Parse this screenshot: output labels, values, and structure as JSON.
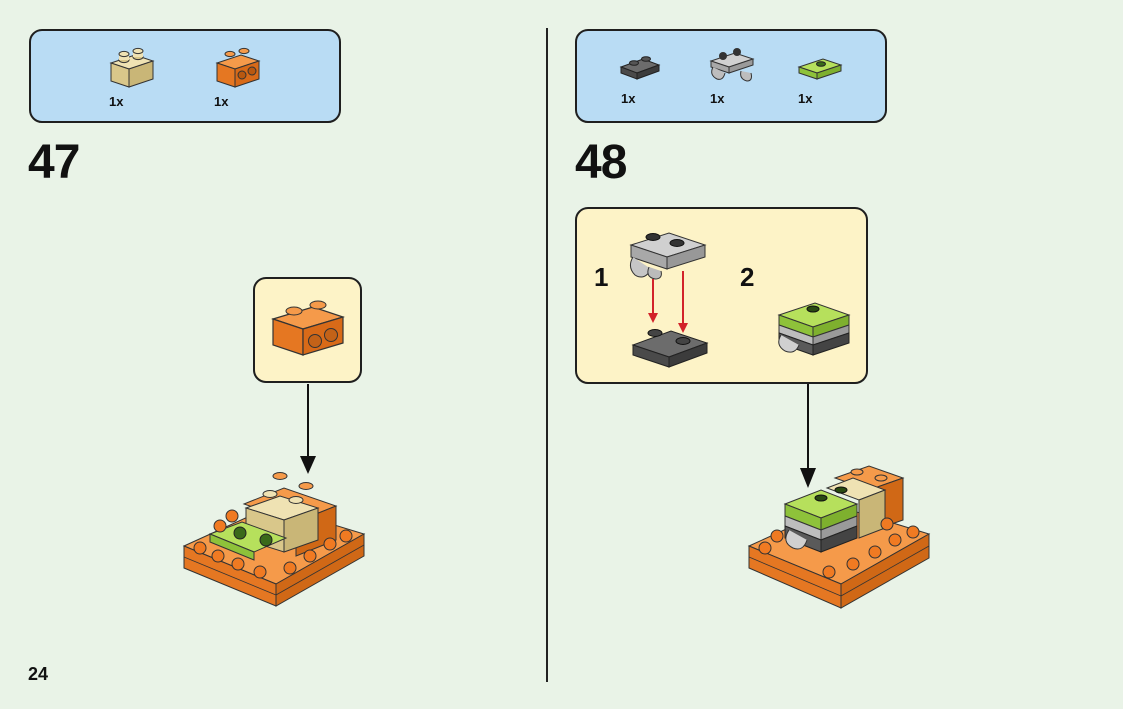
{
  "page": {
    "number": "24"
  },
  "step47": {
    "number": "47",
    "parts": [
      {
        "qty": "1x",
        "icon": "tan-brick-1x2-icon",
        "color": "#e3d29a"
      },
      {
        "qty": "1x",
        "icon": "orange-brick-1x2-side-studs-icon",
        "color": "#f0822a"
      }
    ]
  },
  "step48": {
    "number": "48",
    "parts": [
      {
        "qty": "1x",
        "icon": "dark-gray-plate-1x2-icon",
        "color": "#5a5a5a"
      },
      {
        "qty": "1x",
        "icon": "light-gray-clip-plate-icon",
        "color": "#b8b8b8"
      },
      {
        "qty": "1x",
        "icon": "lime-tile-plate-icon",
        "color": "#a6d84a"
      }
    ],
    "substeps": [
      "1",
      "2"
    ]
  },
  "colors": {
    "background": "#e9f3e7",
    "parts_box": "#b9dcf4",
    "callout": "#fdf3c7",
    "orange": "#f0822a",
    "lime": "#a6d84a",
    "tan": "#e3d29a",
    "red_arrow": "#d2232a"
  }
}
